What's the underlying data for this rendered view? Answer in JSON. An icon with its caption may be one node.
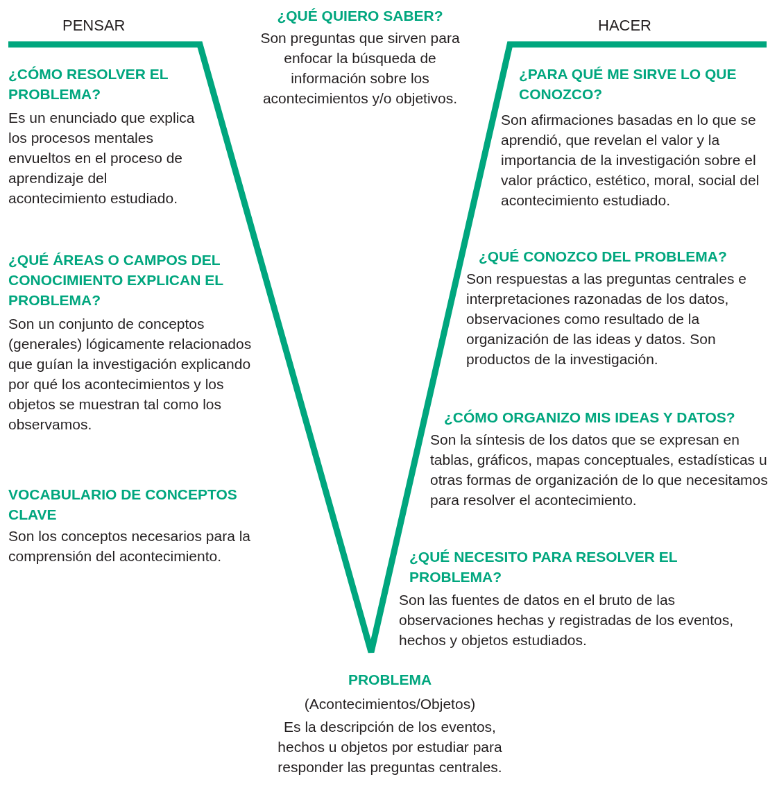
{
  "diagram": {
    "labels": [
      "PENSAR",
      "¿QUÉ QUIERO SABER?",
      "Son preguntas que sirven para enfocar la búsqueda de información sobre los acontecimientos y/o objetivos.",
      "HACER",
      "¿CÓMO RESOLVER EL PROBLEMA?",
      "Es  un enunciado que explica los procesos mentales envueltos en el proceso de aprendizaje del acontecimiento estudiado.",
      "¿QUÉ ÁREAS O CAMPOS DEL CONOCIMIENTO EXPLICAN EL PROBLEMA?",
      "Son un conjunto de conceptos (generales) lógicamente relacionados que guían la investigación explicando por qué los acontecimientos y los objetos se muestran tal como los observamos.",
      "VOCABULARIO DE CONCEPTOS CLAVE",
      "Son los conceptos necesarios para la comprensión del acontecimiento.",
      "¿PARA QUÉ ME SIRVE LO QUE CONOZCO?",
      "Son afirmaciones basadas en lo que se aprendió, que revelan el valor y la importancia de la investigación sobre el valor práctico, estético, moral, social del acontecimiento estudiado.",
      "¿QUÉ CONOZCO DEL PROBLEMA?",
      "Son respuestas a las preguntas centrales e interpretaciones razonadas de los datos, observaciones como resultado de la organización de las ideas y datos. Son productos de la investigación.",
      "¿CÓMO ORGANIZO MIS IDEAS Y DATOS?",
      "Son la síntesis de los datos que se expresan en tablas, gráficos, mapas conceptuales, estadísticas u otras formas de organización de lo que necesitamos para resolver el acontecimiento.",
      "¿QUÉ NECESITO PARA RESOLVER EL PROBLEMA?",
      "Son las fuentes de datos en el bruto de las observaciones hechas y registradas de los eventos, hechos y objetos estudiados.",
      "PROBLEMA",
      "(Acontecimientos/Objetos)",
      "Es la descripción de los eventos, hechos u objetos por estudiar para responder las preguntas centrales."
    ]
  }
}
